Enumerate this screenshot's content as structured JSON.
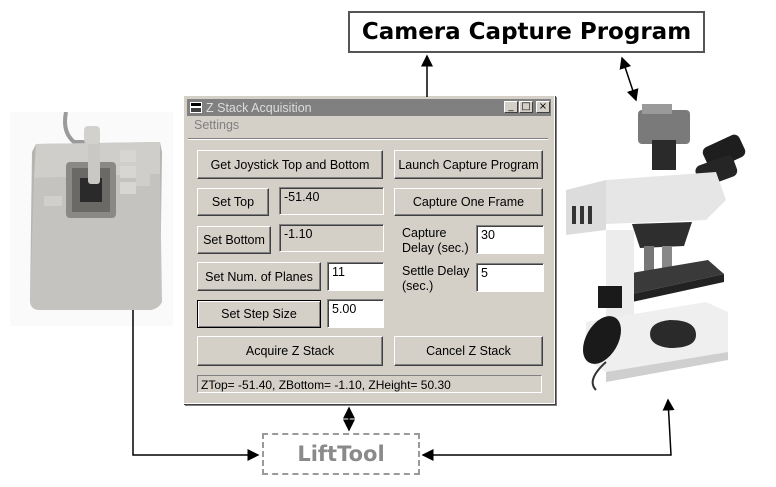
{
  "camera_label": "Camera Capture Program",
  "lifttool_label": "LiftTool",
  "dialog": {
    "title": "Z Stack Acquisition",
    "menu": [
      "Settings"
    ],
    "buttons": {
      "get_joystick": "Get Joystick Top and Bottom",
      "launch_capture": "Launch Capture Program",
      "set_top": "Set Top",
      "capture_one": "Capture One Frame",
      "set_bottom": "Set Bottom",
      "set_num_planes": "Set Num. of Planes",
      "set_step_size": "Set Step Size",
      "acquire": "Acquire Z Stack",
      "cancel": "Cancel Z Stack"
    },
    "fields": {
      "top_value": "-51.40",
      "bottom_value": "-1.10",
      "num_planes": "11",
      "step_size": "5.00",
      "capture_delay": "30",
      "settle_delay": "5"
    },
    "labels": {
      "capture_delay_1": "Capture",
      "capture_delay_2": "Delay (sec.)",
      "settle_delay_1": "Settle Delay",
      "settle_delay_2": "(sec.)"
    },
    "status": "ZTop= -51.40, ZBottom= -1.10, ZHeight= 50.30",
    "window_buttons": [
      "minimize",
      "maximize",
      "close"
    ]
  }
}
